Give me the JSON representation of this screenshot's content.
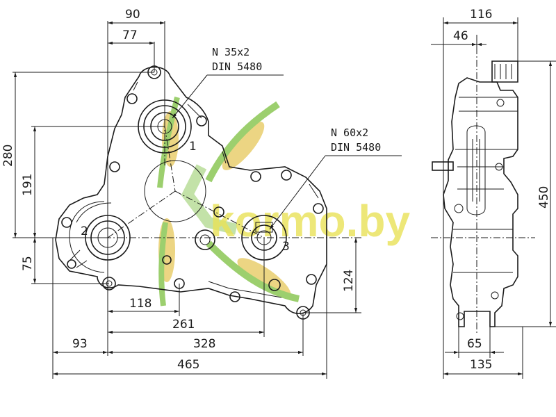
{
  "dimensions": {
    "d90": "90",
    "d77": "77",
    "d280": "280",
    "d191": "191",
    "d75": "75",
    "d118": "118",
    "d261": "261",
    "d93": "93",
    "d328": "328",
    "d465": "465",
    "d124": "124",
    "d116": "116",
    "d46": "46",
    "d450": "450",
    "d65": "65",
    "d135": "135"
  },
  "shaft_labels": {
    "shaft1": "1",
    "shaft2": "2",
    "shaft3": "3"
  },
  "notes": {
    "spline1_line1": "N 35x2",
    "spline1_line2": "DIN 5480",
    "spline2_line1": "N 60x2",
    "spline2_line2": "DIN 5480"
  },
  "watermark": {
    "text": "kormo.by",
    "color": "#e9e257"
  }
}
